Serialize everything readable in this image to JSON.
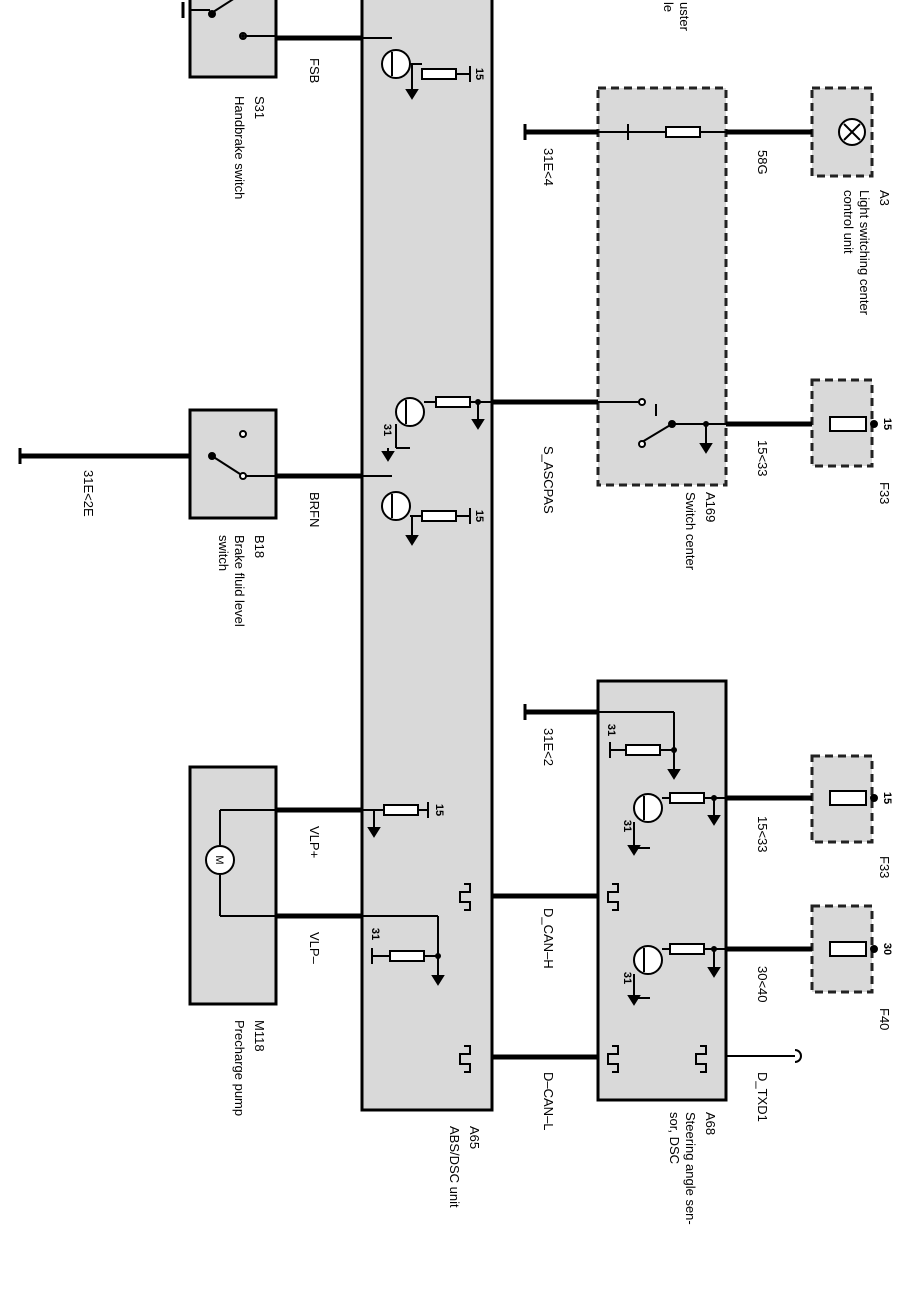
{
  "labels": {
    "cluster_partial_1": "uster",
    "cluster_partial_2": "le",
    "s31_id": "S31",
    "s31_name": "Handbrake switch",
    "fsb": "FSB",
    "b18_id": "B18",
    "b18_name_1": "Brake fluid level",
    "b18_name_2": "switch",
    "brfn": "BRFN",
    "ground_31e2e": "31E<2E",
    "m118_id": "M118",
    "m118_name": "Precharge pump",
    "vlp_plus": "VLP+",
    "vlp_minus": "VLP–",
    "a65_id": "A65",
    "a65_name": "ABS/DSC unit",
    "ground_31e4": "31E<4",
    "s_ascpas": "S_ASCPAS",
    "ground_31e2": "31E<2",
    "d_can_h": "D_CAN–H",
    "d_can_l": "D–CAN–L",
    "w_58g": "58G",
    "w_15_33_a": "15<33",
    "w_15_33_b": "15<33",
    "w_30_40": "30<40",
    "d_txd1": "D_TXD1",
    "a169_id": "A169",
    "a169_name": "Switch center",
    "a68_id": "A68",
    "a68_name_1": "Steering angle sen-",
    "a68_name_2": "sor, DSC",
    "a3_id": "A3",
    "a3_name_1": "Light switching center",
    "a3_name_2": "control unit",
    "f33_a": "F33",
    "f33_b": "F33",
    "f40": "F40"
  },
  "pins": {
    "p15_fsb": "15",
    "p15_s_ascpas": "31",
    "p15_brfn": "15",
    "p15_vlp": "15",
    "p31_vlp": "31",
    "p31_a68": "31",
    "p31_a68_t1": "31",
    "p31_a68_t2": "31",
    "p15_f33a": "15",
    "p15_f33b": "15",
    "p30_f40": "30"
  }
}
